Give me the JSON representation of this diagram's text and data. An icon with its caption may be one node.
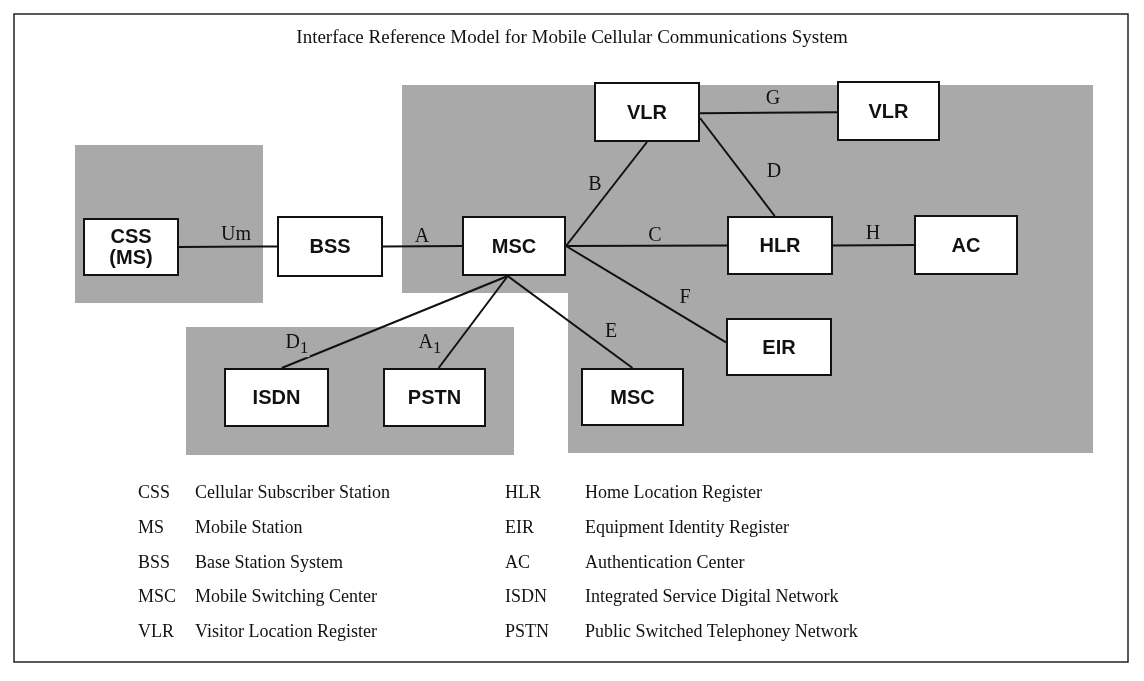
{
  "diagram": {
    "title": "Interface Reference Model for Mobile Cellular Communications System",
    "nodes": [
      {
        "text": [
          "VLR"
        ]
      },
      {
        "text": [
          "VLR"
        ]
      },
      {
        "text": [
          "CSS (MS)"
        ]
      },
      {
        "text": [
          "BSS"
        ]
      },
      {
        "text": [
          "MSC"
        ]
      },
      {
        "text": [
          "HLR"
        ]
      },
      {
        "text": [
          "AC"
        ]
      },
      {
        "text": [
          "EIR"
        ]
      },
      {
        "text": [
          "ISDN"
        ]
      },
      {
        "text": [
          "PSTN"
        ]
      },
      {
        "text": [
          "MSC"
        ]
      }
    ],
    "edges": [
      {
        "from": 2,
        "to": 3,
        "arrow": "none",
        "label": "Um"
      },
      {
        "from": 3,
        "to": 4,
        "arrow": "none",
        "label": "A"
      },
      {
        "from": 4,
        "to": 0,
        "arrow": "none",
        "label": "B"
      },
      {
        "from": 0,
        "to": 1,
        "arrow": "none",
        "label": "G"
      },
      {
        "from": 0,
        "to": 5,
        "arrow": "none",
        "label": "D"
      },
      {
        "from": 4,
        "to": 5,
        "arrow": "none",
        "label": "C"
      },
      {
        "from": 5,
        "to": 6,
        "arrow": "none",
        "label": "H"
      },
      {
        "from": 4,
        "to": 7,
        "arrow": "none",
        "label": "F"
      },
      {
        "from": 4,
        "to": 10,
        "arrow": "none",
        "label": "E"
      },
      {
        "from": 4,
        "to": 8,
        "arrow": "none",
        "label": "D$_{1}$"
      },
      {
        "from": 4,
        "to": 9,
        "arrow": "none",
        "label": "A$_{1}$"
      }
    ],
    "labels": [
      "CSS",
      "Cellular Subscriber Station",
      "HLR",
      "Home Location Register",
      "MS",
      "Mobile Station",
      "EIR",
      "Equipment Identity Register",
      "BSS",
      "Base Station System",
      "AC",
      "Authentication Center",
      "MSC",
      "Mobile Switching Center",
      "ISDN",
      "Integrated Service Digital Network",
      "VLR",
      "Visitor Location Register",
      "PSTN",
      "Public Switched Telephoney Network"
    ]
  }
}
